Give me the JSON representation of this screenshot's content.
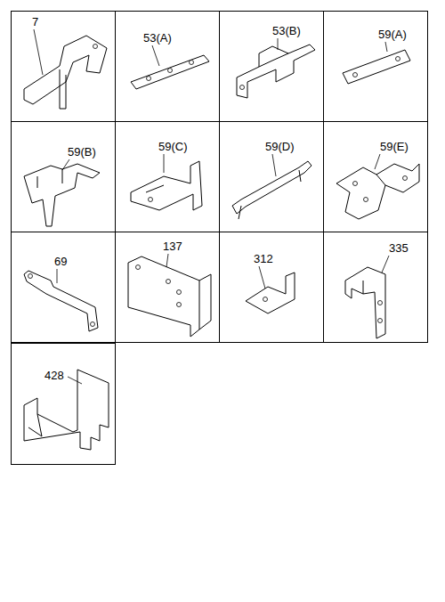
{
  "diagram": {
    "nodes": [
      {
        "text": [
          "7"
        ]
      },
      {
        "text": [
          "53(A)"
        ]
      },
      {
        "text": [
          "53(B)"
        ]
      },
      {
        "text": [
          "59(A)"
        ]
      },
      {
        "text": [
          "59(B)"
        ]
      },
      {
        "text": [
          "59(C)"
        ]
      },
      {
        "text": [
          "59(D)"
        ]
      },
      {
        "text": [
          "59(E)"
        ]
      },
      {
        "text": [
          "69"
        ]
      },
      {
        "text": [
          "137"
        ]
      },
      {
        "text": [
          "312"
        ]
      },
      {
        "text": [
          "335"
        ]
      },
      {
        "text": [
          "428"
        ]
      }
    ]
  }
}
